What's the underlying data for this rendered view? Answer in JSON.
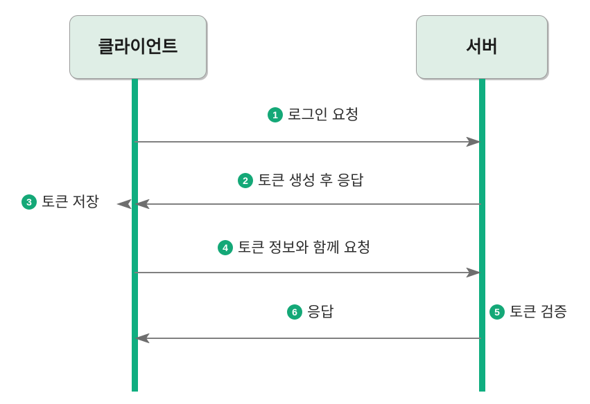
{
  "diagram": {
    "type": "sequence-diagram",
    "title": "",
    "colors": {
      "lifeline": "#0fae80",
      "badge": "#14a877",
      "participant_fill": "#dfeee6",
      "participant_border": "#9a9a9a",
      "arrow": "#808080",
      "text": "#2b2b2b",
      "background": "#ffffff"
    },
    "participants": [
      {
        "id": "client",
        "label": "클라이언트"
      },
      {
        "id": "server",
        "label": "서버"
      }
    ],
    "messages": [
      {
        "number": "1",
        "label": "로그인 요청",
        "from": "client",
        "to": "server",
        "direction": "right",
        "kind": "arrow"
      },
      {
        "number": "2",
        "label": "토큰 생성 후 응답",
        "from": "server",
        "to": "client",
        "direction": "left",
        "kind": "arrow"
      },
      {
        "number": "3",
        "label": "토큰 저장",
        "from": "client",
        "to": "client",
        "direction": "none",
        "kind": "note"
      },
      {
        "number": "4",
        "label": "토큰 정보와 함께 요청",
        "from": "client",
        "to": "server",
        "direction": "right",
        "kind": "arrow"
      },
      {
        "number": "5",
        "label": "토큰 검증",
        "from": "server",
        "to": "server",
        "direction": "none",
        "kind": "note"
      },
      {
        "number": "6",
        "label": "응답",
        "from": "server",
        "to": "client",
        "direction": "left",
        "kind": "arrow"
      }
    ]
  }
}
